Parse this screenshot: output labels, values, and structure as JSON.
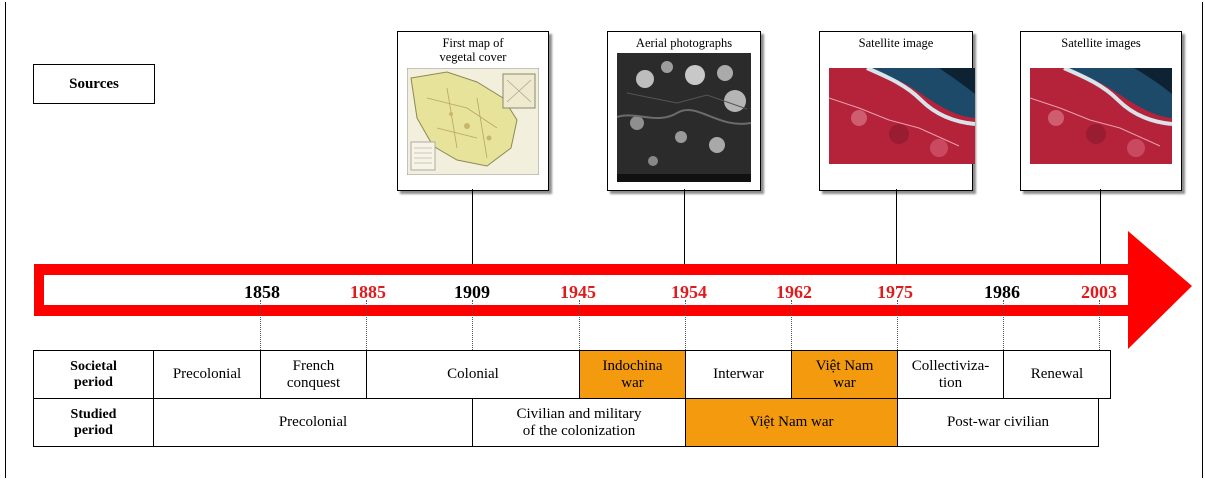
{
  "sources_label": "Sources",
  "cards": [
    {
      "title_line1": "First map of",
      "title_line2": "vegetal cover",
      "icon": "map-icon"
    },
    {
      "title_line1": "Aerial photographs",
      "title_line2": "",
      "icon": "aerial-photo-icon"
    },
    {
      "title_line1": "Satellite image",
      "title_line2": "",
      "icon": "satellite-image-icon"
    },
    {
      "title_line1": "Satellite images",
      "title_line2": "",
      "icon": "satellite-image-icon"
    }
  ],
  "years": [
    {
      "label": "1858",
      "color": "#000000"
    },
    {
      "label": "1885",
      "color": "#e01b1b"
    },
    {
      "label": "1909",
      "color": "#000000"
    },
    {
      "label": "1945",
      "color": "#e01b1b"
    },
    {
      "label": "1954",
      "color": "#e01b1b"
    },
    {
      "label": "1962",
      "color": "#e01b1b"
    },
    {
      "label": "1975",
      "color": "#e01b1b"
    },
    {
      "label": "1986",
      "color": "#000000"
    },
    {
      "label": "2003",
      "color": "#e01b1b"
    }
  ],
  "arrow_color": "#ff0000",
  "highlight_color": "#f39a0f",
  "societal": {
    "header_line1": "Societal",
    "header_line2": "period",
    "cells": [
      {
        "line1": "Precolonial",
        "line2": "",
        "highlight": false
      },
      {
        "line1": "French",
        "line2": "conquest",
        "highlight": false
      },
      {
        "line1": "Colonial",
        "line2": "",
        "highlight": false
      },
      {
        "line1": "Indochina",
        "line2": "war",
        "highlight": true
      },
      {
        "line1": "Interwar",
        "line2": "",
        "highlight": false
      },
      {
        "line1": "Việt Nam",
        "line2": "war",
        "highlight": true
      },
      {
        "line1": "Collectiviza-",
        "line2": "tion",
        "highlight": false
      },
      {
        "line1": "Renewal",
        "line2": "",
        "highlight": false
      }
    ]
  },
  "studied": {
    "header_line1": "Studied",
    "header_line2": "period",
    "cells": [
      {
        "line1": "Precolonial",
        "line2": "",
        "highlight": false
      },
      {
        "line1": "Civilian and military",
        "line2": "of the colonization",
        "highlight": false
      },
      {
        "line1": "Việt Nam  war",
        "line2": "",
        "highlight": true
      },
      {
        "line1": "Post-war civilian",
        "line2": "",
        "highlight": false
      }
    ]
  }
}
